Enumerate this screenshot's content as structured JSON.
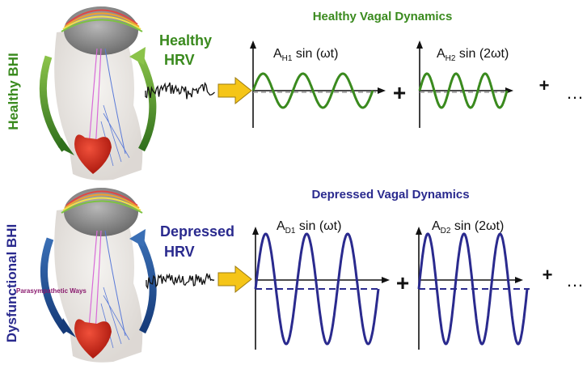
{
  "colors": {
    "healthy": "#3a8a1e",
    "depressed": "#2a2a8e",
    "para_label": "#8a1a6e",
    "arrow_fill": "#f5c518",
    "arrow_stroke": "#9b7a10",
    "axis": "#111111",
    "baseline_healthy": "#999999"
  },
  "top": {
    "side_label": "Healthy BHI",
    "hrv_label_line1": "Healthy",
    "hrv_label_line2": "HRV",
    "title": "Healthy Vagal  Dynamics",
    "wave1_label_main": "A",
    "wave1_label_sub": "H1",
    "wave1_label_rest": " sin (ωt)",
    "wave2_label_main": "A",
    "wave2_label_sub": "H2",
    "wave2_label_rest": " sin (2ωt)",
    "plus1": "+",
    "plus2": "+",
    "ellipsis": "…"
  },
  "bottom": {
    "side_label": "Dysfunctional BHI",
    "hrv_label_line1": "Depressed",
    "hrv_label_line2": "HRV",
    "para_label": "Parasympathetic Ways",
    "title": "Depressed Vagal Dynamics",
    "wave1_label_main": "A",
    "wave1_label_sub": "D1",
    "wave1_label_rest": " sin (ωt)",
    "wave2_label_main": "A",
    "wave2_label_sub": "D2",
    "wave2_label_rest": " sin (2ωt)",
    "plus1": "+",
    "plus2": "+",
    "ellipsis": "…"
  }
}
